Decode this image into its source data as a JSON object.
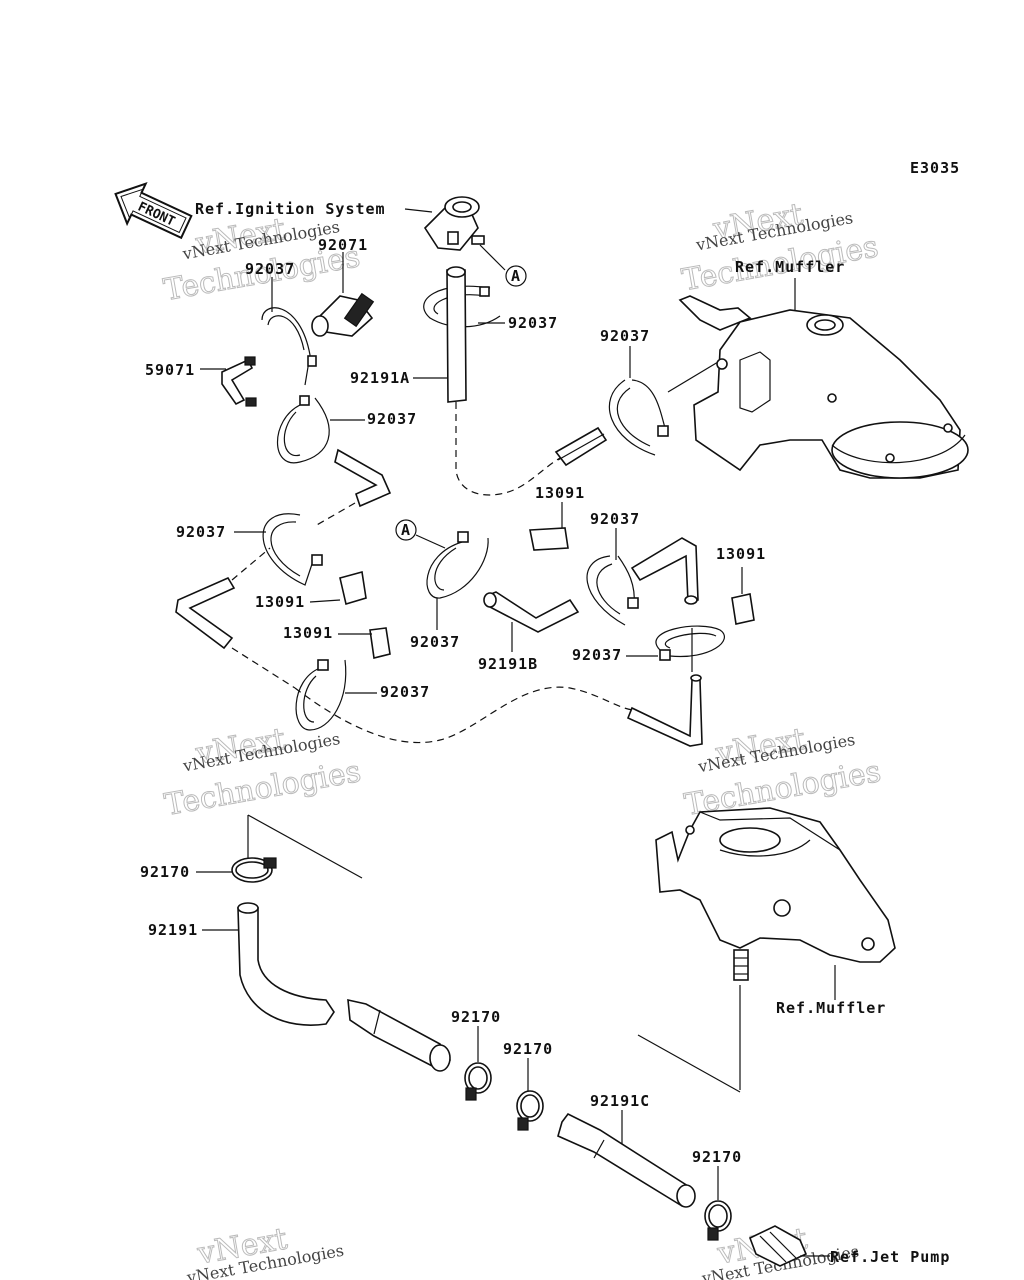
{
  "diagram_code": "E3035",
  "front_arrow_label": "FRONT",
  "callouts": {
    "ref_ignition": "Ref.Ignition System",
    "ref_muffler_top": "Ref.Muffler",
    "ref_muffler_bottom": "Ref.Muffler",
    "ref_jet_pump": "Ref.Jet Pump",
    "marker_a": "A"
  },
  "part_labels": {
    "p92071": "92071",
    "p92037_a": "92037",
    "p59071": "59071",
    "p92037_b": "92037",
    "p92037_c": "92037",
    "p92191a": "92191A",
    "p92037_d": "92037",
    "p92037_e": "92037",
    "p13091_a": "13091",
    "p92037_f": "92037",
    "p13091_b": "13091",
    "p13091_c": "13091",
    "p13091_d": "13091",
    "p92037_g": "92037",
    "p92191b": "92191B",
    "p92037_h": "92037",
    "p92037_i": "92037",
    "p92170_a": "92170",
    "p92191": "92191",
    "p92170_b": "92170",
    "p92170_c": "92170",
    "p92191c": "92191C",
    "p92170_d": "92170"
  },
  "watermark": {
    "line1": "vNext Technologies",
    "line2": "vNext",
    "line3": "Technologies"
  }
}
